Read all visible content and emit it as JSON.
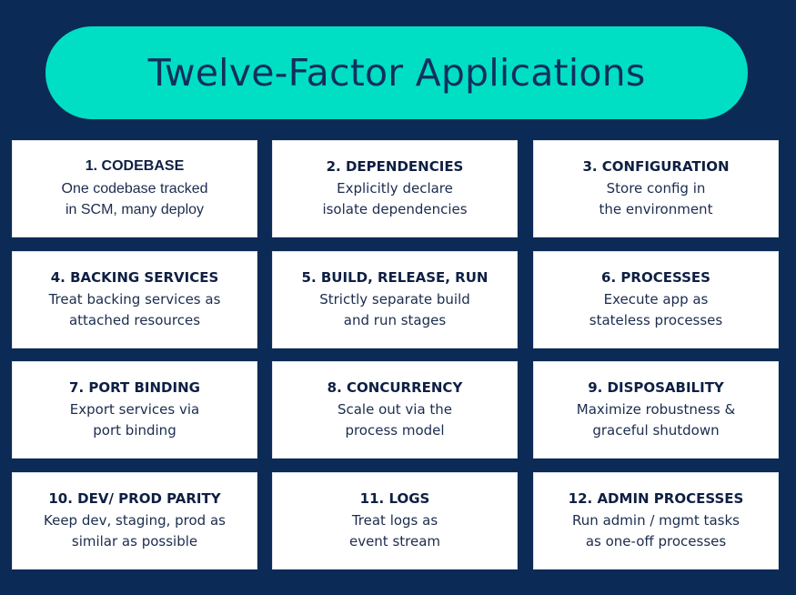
{
  "title": "Twelve-Factor Applications",
  "colors": {
    "background": "#0c2a56",
    "title_pill": "#00dfc4",
    "card": "#ffffff"
  },
  "factors": [
    {
      "title": "1. CODEBASE",
      "lines": [
        "One codebase tracked",
        "in SCM, many deploy"
      ]
    },
    {
      "title": "2. DEPENDENCIES",
      "lines": [
        "Explicitly declare",
        "isolate dependencies"
      ]
    },
    {
      "title": "3. CONFIGURATION",
      "lines": [
        "Store config in",
        "the environment"
      ]
    },
    {
      "title": "4. BACKING SERVICES",
      "lines": [
        "Treat backing services as",
        "attached resources"
      ]
    },
    {
      "title": "5. BUILD, RELEASE, RUN",
      "lines": [
        "Strictly separate build",
        "and run stages"
      ]
    },
    {
      "title": "6. PROCESSES",
      "lines": [
        "Execute app as",
        "stateless processes"
      ]
    },
    {
      "title": "7. PORT BINDING",
      "lines": [
        "Export services via",
        "port binding"
      ]
    },
    {
      "title": "8. CONCURRENCY",
      "lines": [
        "Scale out via the",
        "process model"
      ]
    },
    {
      "title": "9. DISPOSABILITY",
      "lines": [
        "Maximize robustness &",
        "graceful shutdown"
      ]
    },
    {
      "title": "10. DEV/ PROD PARITY",
      "lines": [
        "Keep dev, staging, prod as",
        "similar as possible"
      ]
    },
    {
      "title": "11. LOGS",
      "lines": [
        "Treat logs as",
        "event stream"
      ]
    },
    {
      "title": "12. ADMIN PROCESSES",
      "lines": [
        "Run admin / mgmt tasks",
        "as one-off processes"
      ]
    }
  ]
}
